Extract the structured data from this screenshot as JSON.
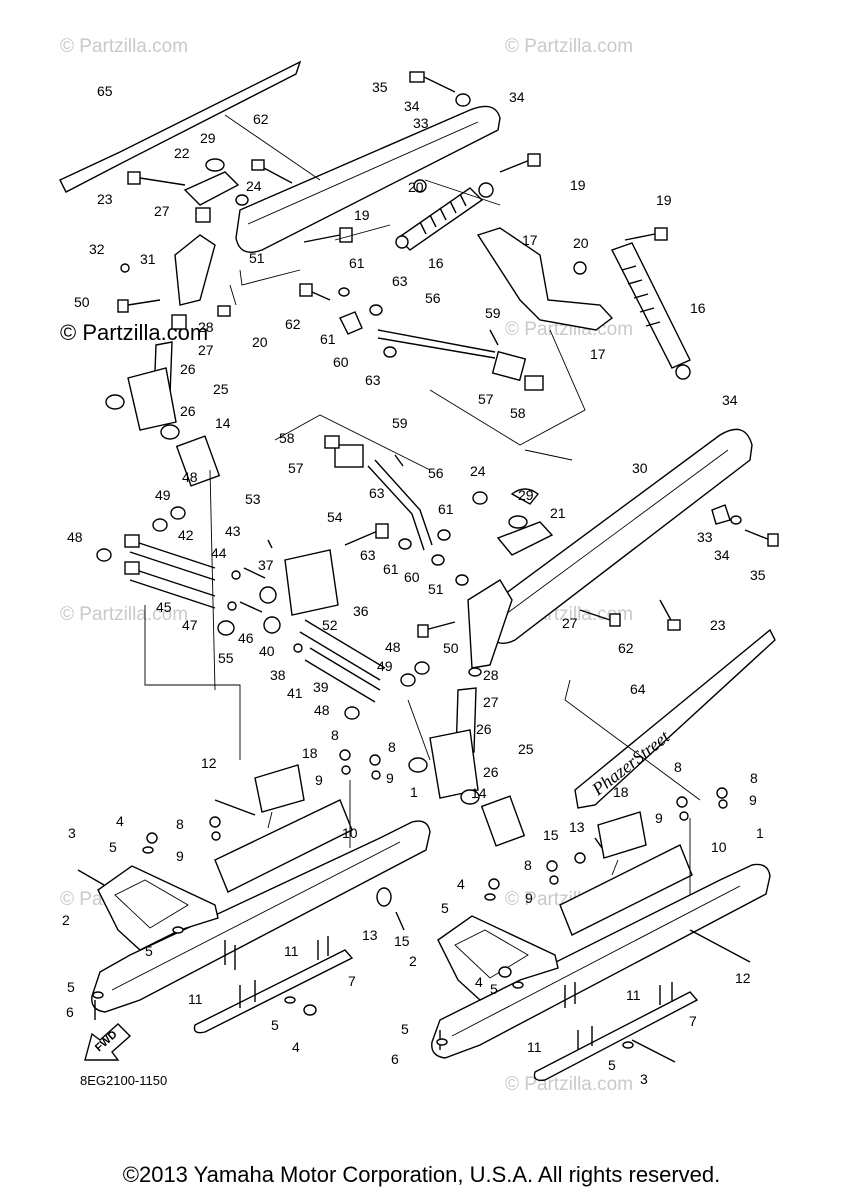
{
  "watermarks": [
    "© Partzilla.com",
    "© Partzilla.com",
    "© Partzilla.com",
    "© Partzilla.com",
    "© Partzilla.com",
    "© Partzilla.com",
    "© Partzilla.com",
    "© Partzilla.com"
  ],
  "watermark_main": "© Partzilla.com",
  "diagram_code": "8EG2100-1150",
  "fwd_label": "FWD",
  "decal_text": "PhazerStreet",
  "copyright": "©2013 Yamaha Motor Corporation, U.S.A. All rights reserved.",
  "callouts": [
    {
      "n": "65"
    },
    {
      "n": "35"
    },
    {
      "n": "34"
    },
    {
      "n": "34"
    },
    {
      "n": "33"
    },
    {
      "n": "62"
    },
    {
      "n": "29"
    },
    {
      "n": "22"
    },
    {
      "n": "24"
    },
    {
      "n": "23"
    },
    {
      "n": "27"
    },
    {
      "n": "19"
    },
    {
      "n": "20"
    },
    {
      "n": "19"
    },
    {
      "n": "19"
    },
    {
      "n": "17"
    },
    {
      "n": "16"
    },
    {
      "n": "20"
    },
    {
      "n": "32"
    },
    {
      "n": "31"
    },
    {
      "n": "51"
    },
    {
      "n": "61"
    },
    {
      "n": "63"
    },
    {
      "n": "62"
    },
    {
      "n": "50"
    },
    {
      "n": "28"
    },
    {
      "n": "20"
    },
    {
      "n": "27"
    },
    {
      "n": "61"
    },
    {
      "n": "60"
    },
    {
      "n": "56"
    },
    {
      "n": "59"
    },
    {
      "n": "16"
    },
    {
      "n": "17"
    },
    {
      "n": "63"
    },
    {
      "n": "26"
    },
    {
      "n": "25"
    },
    {
      "n": "26"
    },
    {
      "n": "57"
    },
    {
      "n": "58"
    },
    {
      "n": "14"
    },
    {
      "n": "34"
    },
    {
      "n": "58"
    },
    {
      "n": "59"
    },
    {
      "n": "30"
    },
    {
      "n": "57"
    },
    {
      "n": "56"
    },
    {
      "n": "24"
    },
    {
      "n": "48"
    },
    {
      "n": "29"
    },
    {
      "n": "49"
    },
    {
      "n": "63"
    },
    {
      "n": "61"
    },
    {
      "n": "21"
    },
    {
      "n": "53"
    },
    {
      "n": "48"
    },
    {
      "n": "43"
    },
    {
      "n": "42"
    },
    {
      "n": "54"
    },
    {
      "n": "33"
    },
    {
      "n": "34"
    },
    {
      "n": "35"
    },
    {
      "n": "44"
    },
    {
      "n": "63"
    },
    {
      "n": "61"
    },
    {
      "n": "60"
    },
    {
      "n": "37"
    },
    {
      "n": "51"
    },
    {
      "n": "45"
    },
    {
      "n": "27"
    },
    {
      "n": "23"
    },
    {
      "n": "47"
    },
    {
      "n": "46"
    },
    {
      "n": "52"
    },
    {
      "n": "36"
    },
    {
      "n": "50"
    },
    {
      "n": "62"
    },
    {
      "n": "55"
    },
    {
      "n": "40"
    },
    {
      "n": "48"
    },
    {
      "n": "49"
    },
    {
      "n": "28"
    },
    {
      "n": "38"
    },
    {
      "n": "41"
    },
    {
      "n": "39"
    },
    {
      "n": "27"
    },
    {
      "n": "64"
    },
    {
      "n": "48"
    },
    {
      "n": "26"
    },
    {
      "n": "25"
    },
    {
      "n": "18"
    },
    {
      "n": "8"
    },
    {
      "n": "8"
    },
    {
      "n": "12"
    },
    {
      "n": "9"
    },
    {
      "n": "9"
    },
    {
      "n": "26"
    },
    {
      "n": "8"
    },
    {
      "n": "8"
    },
    {
      "n": "1"
    },
    {
      "n": "9"
    },
    {
      "n": "14"
    },
    {
      "n": "4"
    },
    {
      "n": "8"
    },
    {
      "n": "10"
    },
    {
      "n": "18"
    },
    {
      "n": "9"
    },
    {
      "n": "3"
    },
    {
      "n": "5"
    },
    {
      "n": "9"
    },
    {
      "n": "15"
    },
    {
      "n": "13"
    },
    {
      "n": "1"
    },
    {
      "n": "10"
    },
    {
      "n": "8"
    },
    {
      "n": "4"
    },
    {
      "n": "9"
    },
    {
      "n": "2"
    },
    {
      "n": "5"
    },
    {
      "n": "13"
    },
    {
      "n": "15"
    },
    {
      "n": "5"
    },
    {
      "n": "11"
    },
    {
      "n": "2"
    },
    {
      "n": "4"
    },
    {
      "n": "5"
    },
    {
      "n": "12"
    },
    {
      "n": "5"
    },
    {
      "n": "7"
    },
    {
      "n": "11"
    },
    {
      "n": "6"
    },
    {
      "n": "5"
    },
    {
      "n": "11"
    },
    {
      "n": "5"
    },
    {
      "n": "7"
    },
    {
      "n": "4"
    },
    {
      "n": "11"
    },
    {
      "n": "6"
    },
    {
      "n": "5"
    },
    {
      "n": "3"
    }
  ]
}
